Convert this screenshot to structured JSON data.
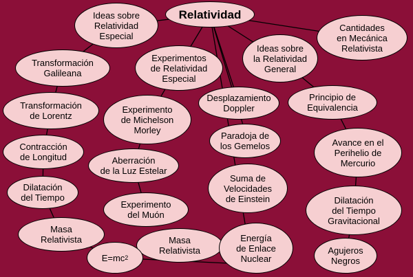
{
  "colors": {
    "background": "#8b0f38",
    "node_fill": "#f6cfd1",
    "stroke": "#000000"
  },
  "nodes": {
    "relatividad": "Relatividad",
    "ideas_especial": "Ideas sobre\nRelatividad\nEspecial",
    "cantidades": "Cantidades\nen Mecánica\nRelativista",
    "transformacion_galileana": "Transformación\nGalileana",
    "experimentos": "Experimentos\nde Relatividad\nEspecial",
    "ideas_general": "Ideas sobre\nla Relatividad\nGeneral",
    "transformacion_lorentz": "Transformación\nde Lorentz",
    "michelson": "Experimento\nde Michelson\nMorley",
    "doppler": "Desplazamiento\nDoppler",
    "equivalencia": "Principio de\nEquivalencia",
    "gemelos": "Paradoja de\nlos Gemelos",
    "contraccion": "Contracción\nde Longitud",
    "aberracion": "Aberración\nde la Luz Estelar",
    "perihelio": "Avance en el\nPerihelio de\nMercurio",
    "suma": "Suma de\nVelocidades\nde Einstein",
    "dilatacion": "Dilatación\ndel Tiempo",
    "muon": "Experimento\ndel Muón",
    "dilatacion_grav": "Dilatación\ndel Tiempo\nGravitacional",
    "masa1": "Masa\nRelativista",
    "masa2": "Masa\nRelativista",
    "energia": "Energía\nde Enlace\nNuclear",
    "emc2_base": "E=mc",
    "emc2_exp": "2",
    "agujeros": "Agujeros\nNegros"
  }
}
